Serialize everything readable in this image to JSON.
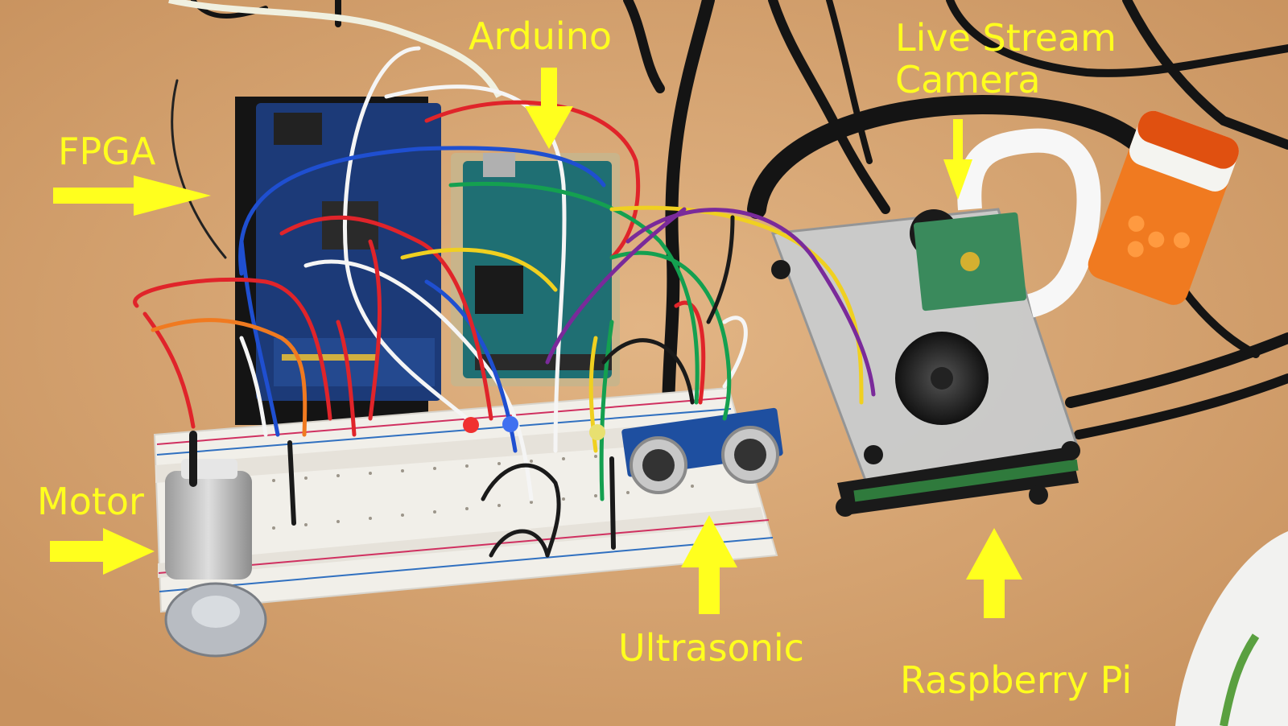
{
  "labels": {
    "fpga": "FPGA",
    "arduino": "Arduino",
    "camera_line1": "Live Stream",
    "camera_line2": "Camera",
    "motor": "Motor",
    "ultrasonic": "Ultrasonic",
    "raspberry_pi": "Raspberry Pi"
  },
  "colors": {
    "annotation": "#ffff1e",
    "desk": "#d9a877",
    "breadboard": "#f1efe9",
    "fpga_board": "#1c3a78",
    "arduino_board": "#1f6f73",
    "pi_case": "#c9cdd0",
    "wire_red": "#e0242a",
    "wire_blue": "#1f4fd0",
    "wire_white": "#f5f5f5",
    "wire_black": "#1a1a1a",
    "wire_green": "#14a050",
    "wire_yellow": "#f0d020",
    "wire_purple": "#7a2a9a",
    "tictac": "#f07a20"
  },
  "icons": [
    "arrow-right-icon",
    "arrow-down-icon",
    "arrow-up-icon"
  ]
}
